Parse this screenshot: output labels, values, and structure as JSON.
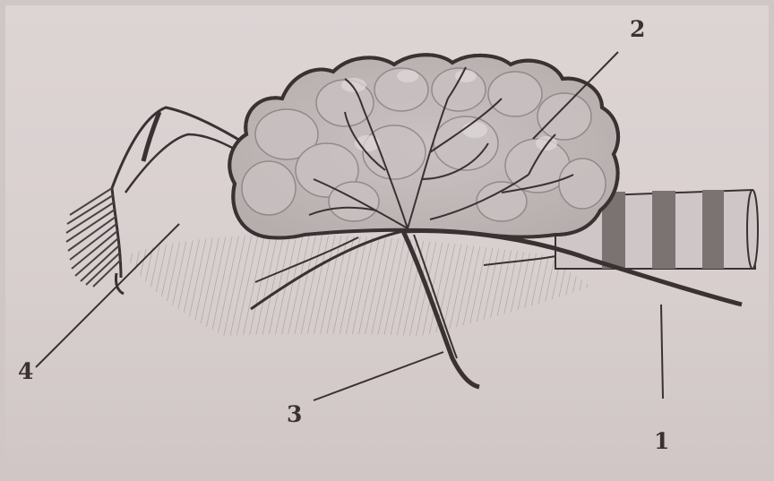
{
  "labels": {
    "l1": "1",
    "l2": "2",
    "l3": "3",
    "l4": "4"
  },
  "colors": {
    "paper": "#d9d1d0",
    "ink": "#3a3232",
    "gland": "#a29898",
    "lobe_light": "#c3bbbb",
    "shadow": "#b3aaaa"
  }
}
